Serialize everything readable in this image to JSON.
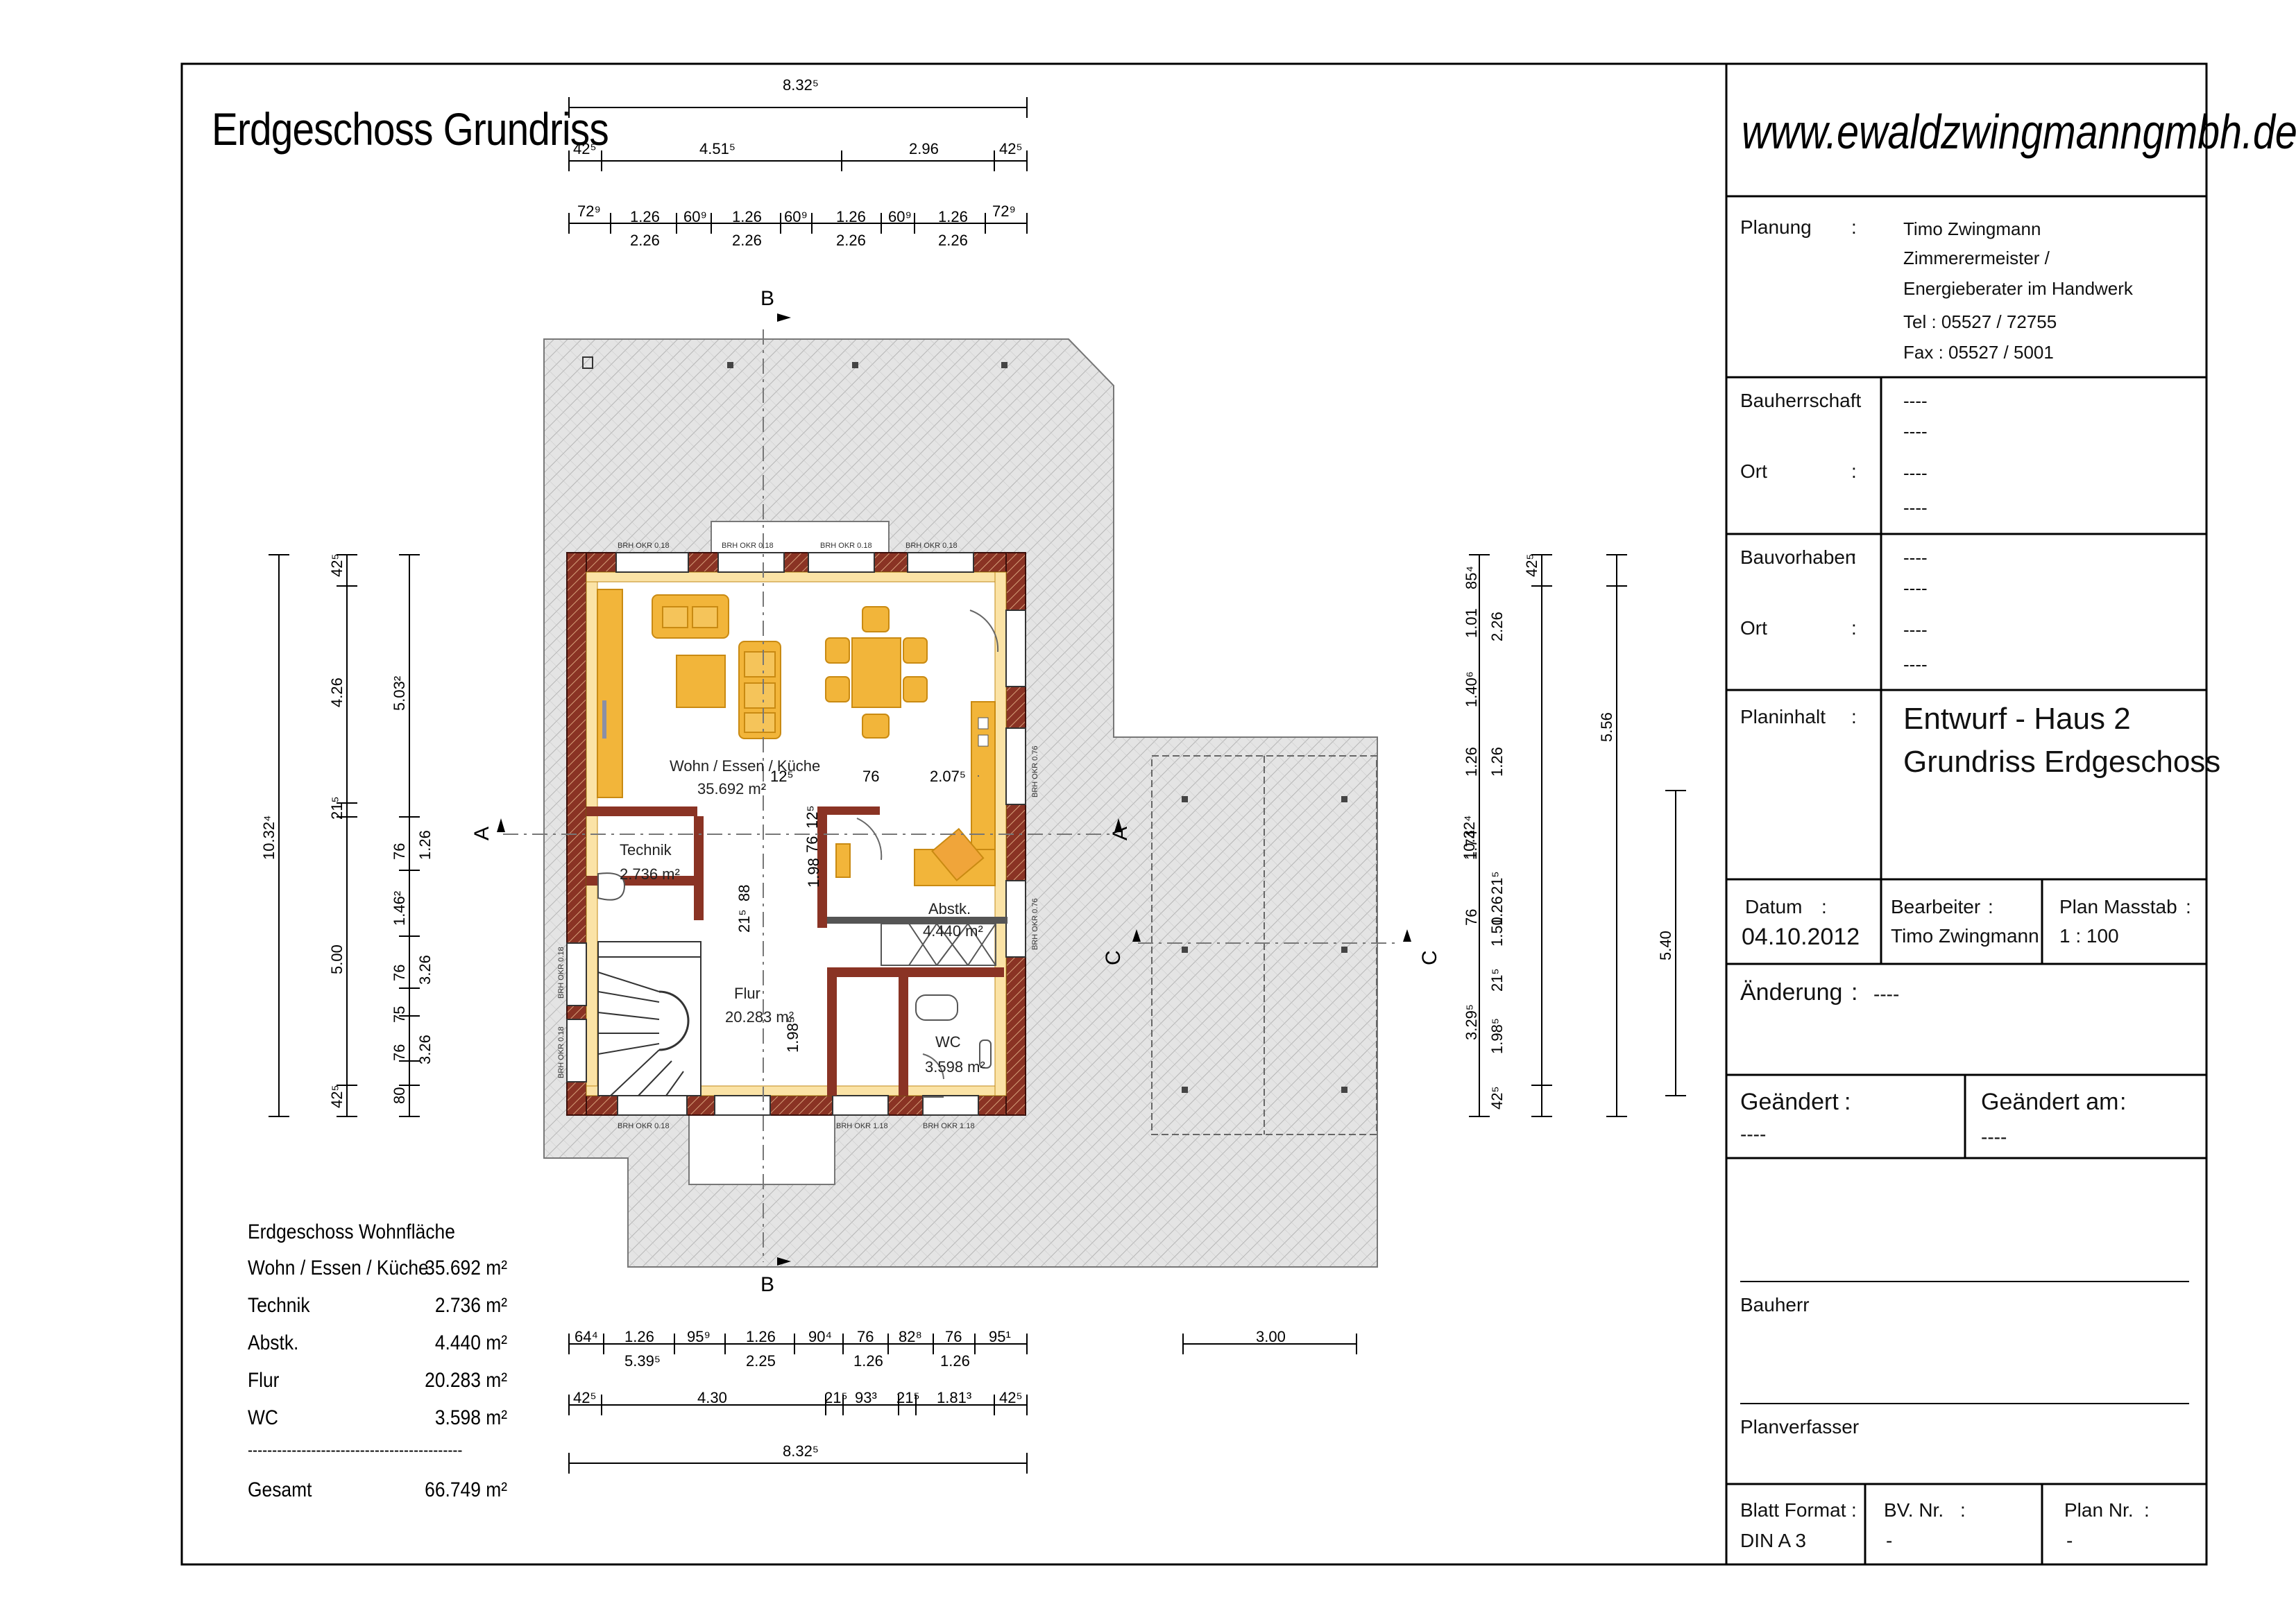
{
  "drawing": {
    "title": "Erdgeschoss Grundriss",
    "website": "www.ewaldzwingmanngmbh.de"
  },
  "titleblock": {
    "planung_label": "Planung",
    "colon": ":",
    "planung_lines": [
      "Timo Zwingmann",
      "Zimmerermeister /",
      "Energieberater im Handwerk",
      "Tel  : 05527 / 72755",
      "Fax : 05527 / 5001"
    ],
    "bauherrschaft_label": "Bauherrschaft",
    "bauherrschaft_lines": [
      "----",
      "----"
    ],
    "ort_label": "Ort",
    "ort1_lines": [
      "----",
      "----"
    ],
    "bauvorhaben_label": "Bauvorhaben",
    "bauvorhaben_lines": [
      "----",
      "----"
    ],
    "ort2_lines": [
      "----",
      "----"
    ],
    "planinhalt_label": "Planinhalt",
    "planinhalt_lines": [
      "Entwurf - Haus 2",
      "Grundriss Erdgeschoss"
    ],
    "datum_label": "Datum",
    "datum_value": "04.10.2012",
    "bearbeiter_label": "Bearbeiter",
    "bearbeiter_value": "Timo Zwingmann",
    "masstab_label": "Plan Masstab",
    "masstab_value": "1 : 100",
    "aenderung_label": "Änderung",
    "aenderung_value": "----",
    "geaendert_label": "Geändert",
    "geaendert_value": "----",
    "geaendert_am_label": "Geändert am",
    "geaendert_am_value": "----",
    "bauherr_label": "Bauherr",
    "planverfasser_label": "Planverfasser",
    "blatt_label": "Blatt Format",
    "blatt_value": "DIN A 3",
    "bv_label": "BV. Nr.",
    "bv_value": "-",
    "plan_nr_label": "Plan Nr.",
    "plan_nr_value": "-"
  },
  "area_table": {
    "title": "Erdgeschoss Wohnfläche",
    "rows": [
      {
        "room": "Wohn / Essen / Küche",
        "value": "35.692 m²"
      },
      {
        "room": "Technik",
        "value": "2.736 m²"
      },
      {
        "room": "Abstk.",
        "value": "4.440 m²"
      },
      {
        "room": "Flur",
        "value": "20.283 m²"
      },
      {
        "room": "WC",
        "value": "3.598 m²"
      }
    ],
    "separator": "--------------------------------------------",
    "total_label": "Gesamt",
    "total_value": "66.749 m²"
  },
  "rooms": [
    {
      "name": "Wohn / Essen / Küche",
      "area": "35.692 m²"
    },
    {
      "name": "Technik",
      "area": "2.736 m²"
    },
    {
      "name": "Abstk.",
      "area": "4.440 m²"
    },
    {
      "name": "Flur",
      "area": "20.283 m²"
    },
    {
      "name": "WC",
      "area": "3.598 m²"
    }
  ],
  "dims": {
    "top_total": "8.32⁵",
    "top_row1": [
      "42⁵",
      "4.51⁵",
      "2.96",
      "42⁵"
    ],
    "top_row2": [
      "72⁹",
      "1.26",
      "60⁹",
      "1.26",
      "60⁹",
      "1.26",
      "60⁹",
      "1.26",
      "72⁹"
    ],
    "top_row2_sub": [
      "2.26",
      "2.26",
      "2.26",
      "2.26"
    ],
    "bottom_row1": [
      "64⁴",
      "1.26",
      "95⁹",
      "1.26",
      "90⁴",
      "76",
      "82⁸",
      "76",
      "95¹"
    ],
    "bottom_row1_sub": [
      "5.39⁵",
      "2.25",
      "1.26",
      "1.26"
    ],
    "bottom_row2": [
      "42⁵",
      "4.30",
      "21⁵",
      "93³",
      "21⁵",
      "1.81³",
      "42⁵"
    ],
    "bottom_total": "8.32⁵",
    "carport": "3.00",
    "left_total": "10.32⁴",
    "left_outer": [
      "42⁵",
      "4.26",
      "21⁵",
      "5.00",
      "42⁵"
    ],
    "left_mid": "5.03²",
    "left_inner": [
      "76",
      "1.26",
      "1.46²",
      "76",
      "3.26",
      "75",
      "76",
      "3.26",
      "80"
    ],
    "right_total": "10.32⁴",
    "right_inner": [
      "85⁴",
      "1.01",
      "2.26",
      "1.40⁶",
      "1.26",
      "1.26",
      "1.74",
      "21⁵",
      "76",
      "1.26",
      "1.50",
      "21⁵",
      "3.29⁵",
      "1.98⁵",
      "42⁵"
    ],
    "right_mid": "5.56",
    "right_lower": "5.40",
    "right_top": "42⁵",
    "inner": [
      "12⁵",
      "76",
      "2.07⁵",
      "76",
      "12⁵",
      "1.98",
      "88",
      "21⁵",
      "1.98⁵"
    ]
  },
  "sections": {
    "a": "A",
    "b": "B",
    "c": "C"
  },
  "window_labels": [
    "BRH OKR 0.18",
    "BRH OKR 0.18",
    "BRH OKR 0.18",
    "BRH OKR 0.18",
    "BRH OKR 0.18",
    "BRH OKR 1.18",
    "BRH OKR 1.18",
    "BRH OKR 0.18",
    "BRH OKR 0.18",
    "BRH OKR 0.76",
    "BRH OKR 0.76"
  ],
  "colors": {
    "furniture": "#F2B53A",
    "furniture_edge": "#C98A12",
    "wall": "#7a2a1f",
    "terrace_hatch": "#9a9a9a",
    "line": "#000000"
  }
}
